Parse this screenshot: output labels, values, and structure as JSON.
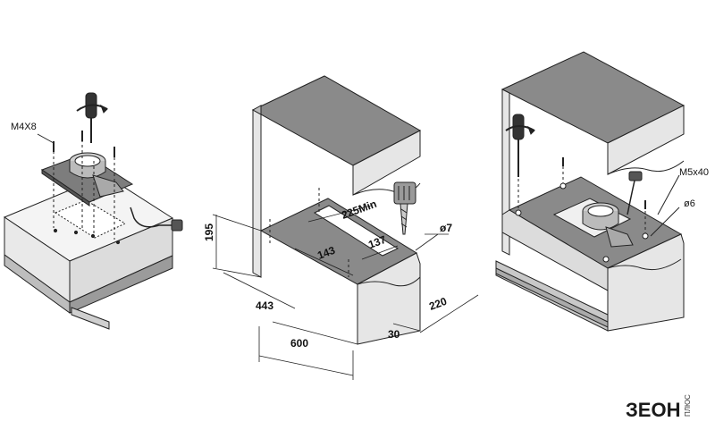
{
  "steps": [
    {
      "labels": {
        "screw": "M4X8"
      }
    },
    {
      "dimensions": {
        "height": "195",
        "depth": "443",
        "width": "600",
        "cutout_depth": "225Min",
        "cutout_a": "143",
        "cutout_b": "137",
        "hole": "ø7",
        "offset": "30",
        "side": "220"
      }
    },
    {
      "labels": {
        "screw": "M5x40",
        "plug": "ø6"
      }
    }
  ],
  "logo": {
    "text": "ЗЕОН",
    "subtext": "ПЛЮС"
  },
  "colors": {
    "panel": "#8a8a8a",
    "panel_light": "#e6e6e6",
    "line": "#222222"
  }
}
